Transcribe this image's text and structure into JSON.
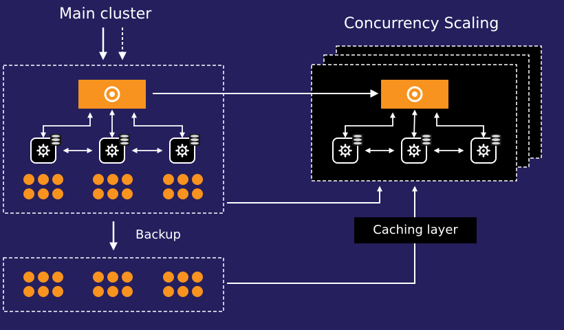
{
  "labels": {
    "main_cluster": "Main cluster",
    "concurrency_scaling": "Concurrency Scaling",
    "backup": "Backup",
    "caching_layer": "Caching layer"
  },
  "colors": {
    "background": "#251f5e",
    "leader_node": "#f7931e",
    "storage_dots": "#f7931e",
    "connector": "#ffffff",
    "scaling_panel": "#000000",
    "compute_node": "#000000",
    "database_icon": "#d8d8d8"
  },
  "icons": {
    "leader_node": "target-icon",
    "compute_node": "gear-icon",
    "storage": "database-icon",
    "data_blocks": "dot-grid"
  },
  "diagram": {
    "compute_nodes_per_cluster": 3,
    "storage_groups": 3,
    "dots_per_group": 6,
    "scaling_stack_layers": 3
  }
}
